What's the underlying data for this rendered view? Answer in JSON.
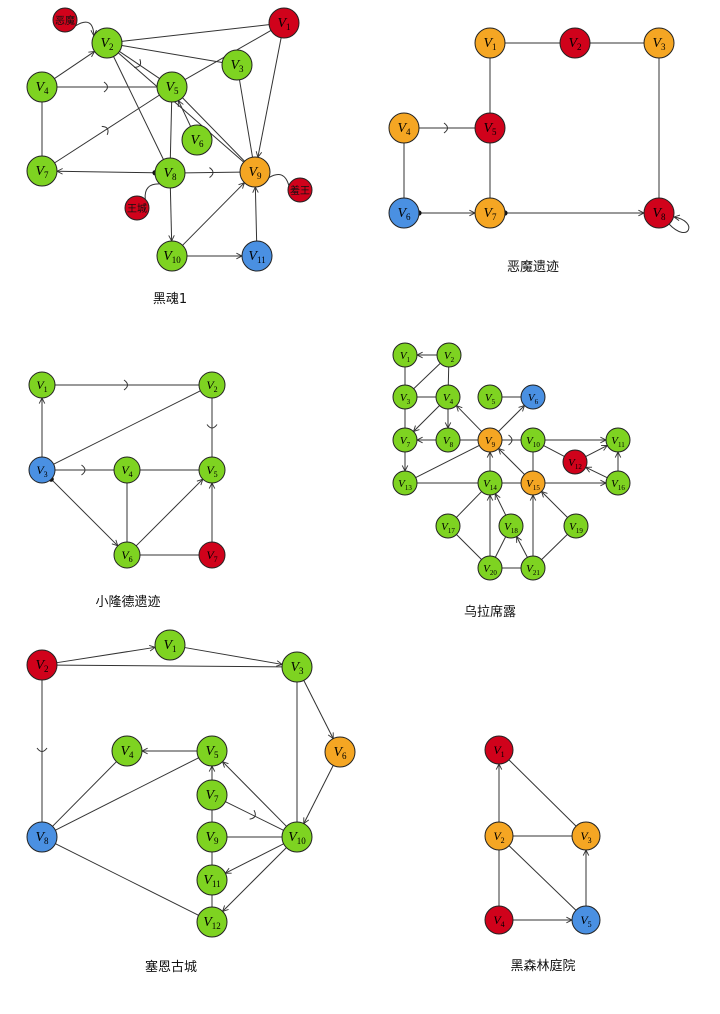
{
  "colors": {
    "green": "#7ed321",
    "red": "#d0021b",
    "orange": "#f5a623",
    "blue": "#4a90e2",
    "stroke": "#222222",
    "edge": "#333333"
  },
  "graphs": [
    {
      "id": "g1",
      "caption": "黑魂1",
      "nodes": [
        {
          "id": "V2",
          "label": "V",
          "sub": "2",
          "color": "green"
        },
        {
          "id": "V1",
          "label": "V",
          "sub": "1",
          "color": "red"
        },
        {
          "id": "V3",
          "label": "V",
          "sub": "3",
          "color": "green"
        },
        {
          "id": "V4",
          "label": "V",
          "sub": "4",
          "color": "green"
        },
        {
          "id": "V5",
          "label": "V",
          "sub": "5",
          "color": "green"
        },
        {
          "id": "V6",
          "label": "V",
          "sub": "6",
          "color": "green"
        },
        {
          "id": "V7",
          "label": "V",
          "sub": "7",
          "color": "green"
        },
        {
          "id": "V8",
          "label": "V",
          "sub": "8",
          "color": "green"
        },
        {
          "id": "V9",
          "label": "V",
          "sub": "9",
          "color": "orange"
        },
        {
          "id": "V10",
          "label": "V",
          "sub": "10",
          "color": "green"
        },
        {
          "id": "V11",
          "label": "V",
          "sub": "11",
          "color": "blue"
        },
        {
          "id": "evil",
          "label": "恶魔",
          "sub": "",
          "color": "red"
        },
        {
          "id": "king",
          "label": "王城",
          "sub": "",
          "color": "red"
        },
        {
          "id": "queen",
          "label": "羞王",
          "sub": "",
          "color": "red"
        }
      ]
    },
    {
      "id": "g2",
      "caption": "恶魔遗迹",
      "nodes": [
        {
          "id": "V1",
          "label": "V",
          "sub": "1",
          "color": "orange"
        },
        {
          "id": "V2",
          "label": "V",
          "sub": "2",
          "color": "red"
        },
        {
          "id": "V3",
          "label": "V",
          "sub": "3",
          "color": "orange"
        },
        {
          "id": "V4",
          "label": "V",
          "sub": "4",
          "color": "orange"
        },
        {
          "id": "V5",
          "label": "V",
          "sub": "5",
          "color": "red"
        },
        {
          "id": "V6",
          "label": "V",
          "sub": "6",
          "color": "blue"
        },
        {
          "id": "V7",
          "label": "V",
          "sub": "7",
          "color": "orange"
        },
        {
          "id": "V8",
          "label": "V",
          "sub": "8",
          "color": "red"
        }
      ]
    },
    {
      "id": "g3",
      "caption": "小隆德遗迹",
      "nodes": [
        {
          "id": "V1",
          "label": "V",
          "sub": "1",
          "color": "green"
        },
        {
          "id": "V2",
          "label": "V",
          "sub": "2",
          "color": "green"
        },
        {
          "id": "V3",
          "label": "V",
          "sub": "3",
          "color": "blue"
        },
        {
          "id": "V4",
          "label": "V",
          "sub": "4",
          "color": "green"
        },
        {
          "id": "V5",
          "label": "V",
          "sub": "5",
          "color": "green"
        },
        {
          "id": "V6",
          "label": "V",
          "sub": "6",
          "color": "green"
        },
        {
          "id": "V7",
          "label": "V",
          "sub": "7",
          "color": "red"
        }
      ]
    },
    {
      "id": "g4",
      "caption": "乌拉席露",
      "nodes": [
        {
          "id": "V1",
          "label": "V",
          "sub": "1",
          "color": "green"
        },
        {
          "id": "V2",
          "label": "V",
          "sub": "2",
          "color": "green"
        },
        {
          "id": "V3",
          "label": "V",
          "sub": "3",
          "color": "green"
        },
        {
          "id": "V4",
          "label": "V",
          "sub": "4",
          "color": "green"
        },
        {
          "id": "V5",
          "label": "V",
          "sub": "5",
          "color": "green"
        },
        {
          "id": "V6",
          "label": "V",
          "sub": "6",
          "color": "blue"
        },
        {
          "id": "V7",
          "label": "V",
          "sub": "7",
          "color": "green"
        },
        {
          "id": "V8",
          "label": "V",
          "sub": "8",
          "color": "green"
        },
        {
          "id": "V9",
          "label": "V",
          "sub": "9",
          "color": "orange"
        },
        {
          "id": "V10",
          "label": "V",
          "sub": "10",
          "color": "green"
        },
        {
          "id": "V11",
          "label": "V",
          "sub": "11",
          "color": "green"
        },
        {
          "id": "V12",
          "label": "V",
          "sub": "12",
          "color": "red"
        },
        {
          "id": "V13",
          "label": "V",
          "sub": "13",
          "color": "green"
        },
        {
          "id": "V14",
          "label": "V",
          "sub": "14",
          "color": "green"
        },
        {
          "id": "V15",
          "label": "V",
          "sub": "15",
          "color": "orange"
        },
        {
          "id": "V16",
          "label": "V",
          "sub": "16",
          "color": "green"
        },
        {
          "id": "V17",
          "label": "V",
          "sub": "17",
          "color": "green"
        },
        {
          "id": "V18",
          "label": "V",
          "sub": "18",
          "color": "green"
        },
        {
          "id": "V19",
          "label": "V",
          "sub": "19",
          "color": "green"
        },
        {
          "id": "V20",
          "label": "V",
          "sub": "20",
          "color": "green"
        },
        {
          "id": "V21",
          "label": "V",
          "sub": "21",
          "color": "green"
        }
      ]
    },
    {
      "id": "g5",
      "caption": "塞恩古城",
      "nodes": [
        {
          "id": "V1",
          "label": "V",
          "sub": "1",
          "color": "green"
        },
        {
          "id": "V2",
          "label": "V",
          "sub": "2",
          "color": "red"
        },
        {
          "id": "V3",
          "label": "V",
          "sub": "3",
          "color": "green"
        },
        {
          "id": "V4",
          "label": "V",
          "sub": "4",
          "color": "green"
        },
        {
          "id": "V5",
          "label": "V",
          "sub": "5",
          "color": "green"
        },
        {
          "id": "V6",
          "label": "V",
          "sub": "6",
          "color": "orange"
        },
        {
          "id": "V7",
          "label": "V",
          "sub": "7",
          "color": "green"
        },
        {
          "id": "V8",
          "label": "V",
          "sub": "8",
          "color": "blue"
        },
        {
          "id": "V9",
          "label": "V",
          "sub": "9",
          "color": "green"
        },
        {
          "id": "V10",
          "label": "V",
          "sub": "10",
          "color": "green"
        },
        {
          "id": "V11",
          "label": "V",
          "sub": "11",
          "color": "green"
        },
        {
          "id": "V12",
          "label": "V",
          "sub": "12",
          "color": "green"
        }
      ]
    },
    {
      "id": "g6",
      "caption": "黑森林庭院",
      "nodes": [
        {
          "id": "V1",
          "label": "V",
          "sub": "1",
          "color": "red"
        },
        {
          "id": "V2",
          "label": "V",
          "sub": "2",
          "color": "orange"
        },
        {
          "id": "V3",
          "label": "V",
          "sub": "3",
          "color": "orange"
        },
        {
          "id": "V4",
          "label": "V",
          "sub": "4",
          "color": "red"
        },
        {
          "id": "V5",
          "label": "V",
          "sub": "5",
          "color": "blue"
        }
      ]
    }
  ]
}
